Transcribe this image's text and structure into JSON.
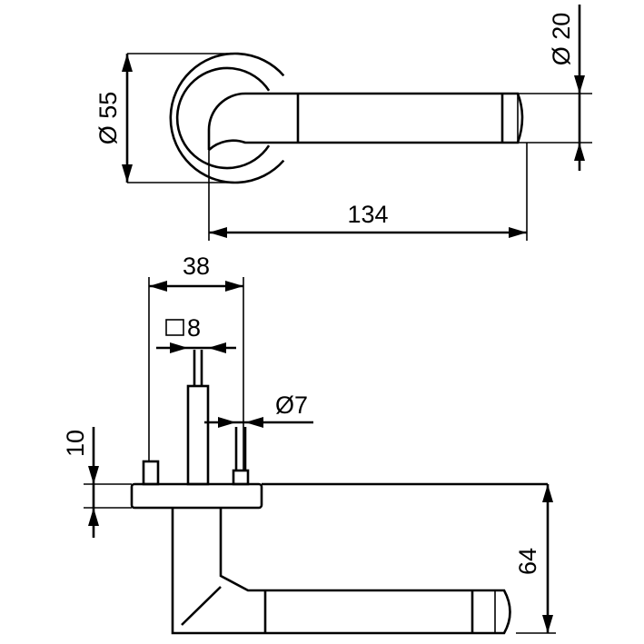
{
  "drawing": {
    "dimensions": {
      "rose_diameter": "Ø 55",
      "lever_diameter": "Ø 20",
      "lever_length": "134",
      "rose_width": "38",
      "spindle_square": "8",
      "screw_diameter": "Ø7",
      "rose_thickness": "10",
      "lever_height": "64"
    },
    "colors": {
      "ink": "#000000",
      "background": "#ffffff"
    }
  }
}
